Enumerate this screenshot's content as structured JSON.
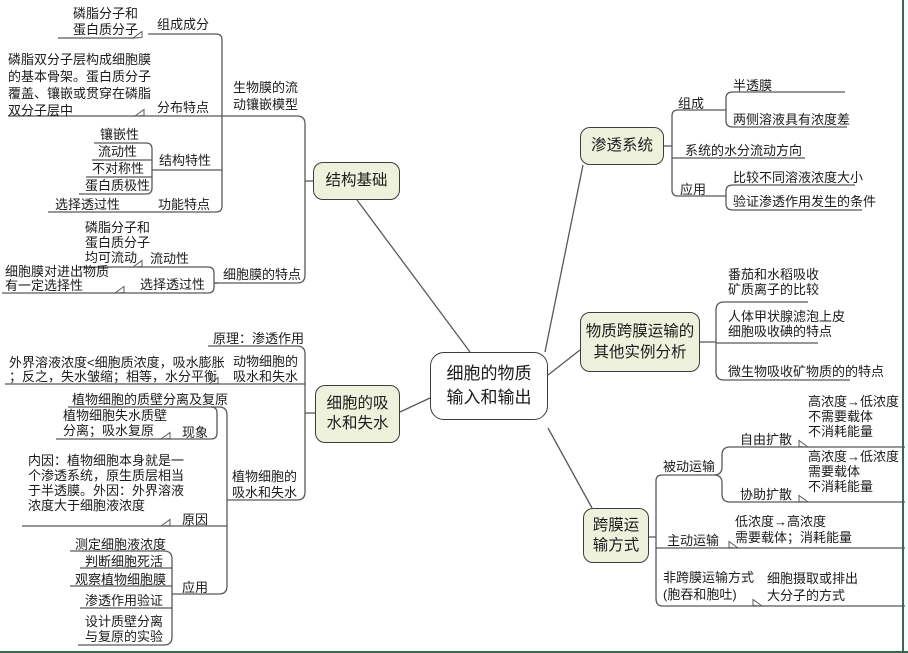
{
  "center": {
    "title": "细胞的物质\n输入和输出"
  },
  "structure": {
    "node": "结构基础",
    "model": {
      "label": "生物膜的流\n动镶嵌模型",
      "composition": {
        "label": "组成成分",
        "leaf": "磷脂分子和\n蛋白质分子"
      },
      "distribution": {
        "label": "分布特点",
        "leaf": "磷脂双分子层构成细胞膜\n的基本骨架。蛋白质分子\n覆盖、镶嵌或贯穿在磷脂\n双分子层中"
      },
      "structural": {
        "label": "结构特性",
        "items": [
          "镶嵌性",
          "流动性",
          "不对称性",
          "蛋白质极性"
        ]
      },
      "functional": {
        "label": "功能特点",
        "leaf": "选择透过性"
      }
    },
    "traits": {
      "label": "细胞膜的特点",
      "fluidity": {
        "label": "流动性",
        "leaf": "磷脂分子和\n蛋白质分子\n均可流动"
      },
      "selectivity": {
        "label": "选择透过性",
        "leaf": "细胞膜对进出物质\n有一定选择性"
      }
    }
  },
  "osmosis": {
    "node": "渗透系统",
    "composition": {
      "label": "组成",
      "items": [
        "半透膜",
        "两侧溶液具有浓度差"
      ]
    },
    "direction": "系统的水分流动方向",
    "application": {
      "label": "应用",
      "items": [
        "比较不同溶液浓度大小",
        "验证渗透作用发生的条件"
      ]
    }
  },
  "examples": {
    "node": "物质跨膜运输的\n其他实例分析",
    "items": [
      "番茄和水稻吸收\n矿质离子的比较",
      "人体甲状腺滤泡上皮\n细胞吸收碘的特点",
      "微生物吸收矿物质的的特点"
    ]
  },
  "transport": {
    "node": "跨膜运\n输方式",
    "passive": {
      "label": "被动运输",
      "free": {
        "label": "自由扩散",
        "leaf": "高浓度→低浓度\n不需要载体\n不消耗能量"
      },
      "facilitated": {
        "label": "协助扩散",
        "leaf": "高浓度→低浓度\n需要载体\n不消耗能量"
      }
    },
    "active": {
      "label": "主动运输",
      "leaf": "低浓度→高浓度\n需要载体；消耗能量"
    },
    "non_membrane": {
      "label": "非跨膜运输方式\n(胞吞和胞吐)",
      "leaf": "细胞摄取或排出\n大分子的方式"
    }
  },
  "water": {
    "node": "细胞的吸\n水和失水",
    "principle": "原理：渗透作用",
    "animal": {
      "label": "动物细胞的\n吸水和失水",
      "leaf": "外界溶液浓度<细胞质浓度，吸水膨胀\n；反之，失水皱缩；相等，水分平衡"
    },
    "plant": {
      "label": "植物细胞的\n吸水和失水",
      "plasmolysis": {
        "label": "植物细胞的质壁分离及复原",
        "phenomenon": {
          "label": "现象",
          "leaf": "植物细胞失水质壁\n分离；吸水复原"
        }
      },
      "reason": {
        "label": "原因",
        "leaf": "内因：植物细胞本身就是一\n个渗透系统，原生质层相当\n于半透膜。外因：外界溶液\n浓度大于细胞液浓度"
      },
      "application": {
        "label": "应用",
        "items": [
          "测定细胞液浓度",
          "判断细胞死活",
          "观察植物细胞膜",
          "渗透作用验证",
          "设计质壁分离\n与复原的实验"
        ]
      }
    }
  },
  "style": {
    "node_fill": "#eef2dc",
    "line_color": "#595959",
    "page_border": "#39684e"
  }
}
